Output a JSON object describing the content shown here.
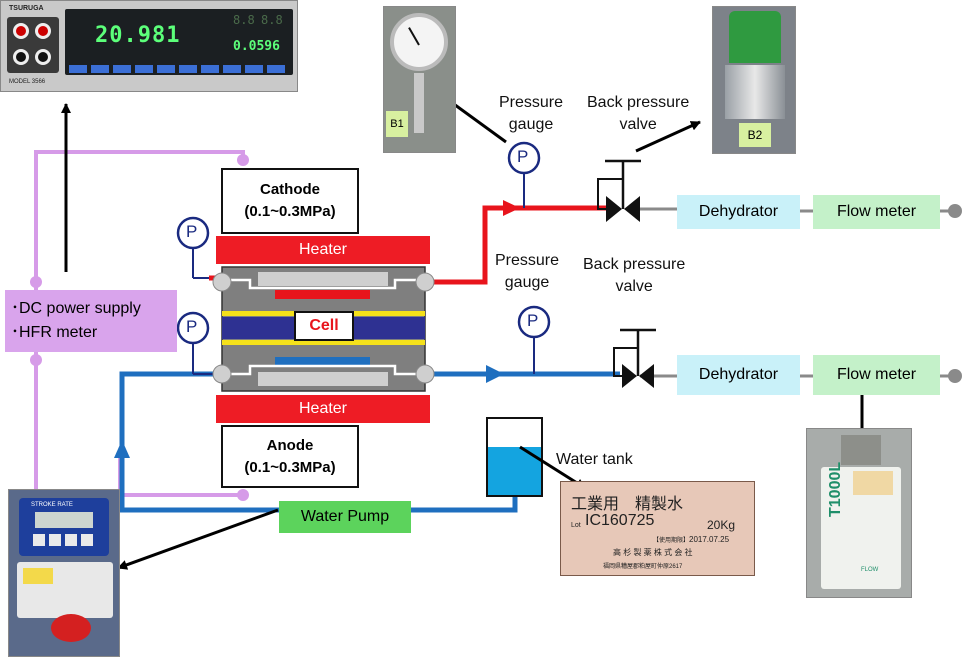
{
  "colors": {
    "cathode_line": "#e8141c",
    "anode_line": "#1f6fbf",
    "power_line": "#d69be8",
    "heater": "#ee1c25",
    "cell_blue": "#2e3192",
    "gas_box": "#c9f1f9",
    "flow_box": "#c4f1c9",
    "pump_box": "#5cd35c",
    "power_box": "#d9a4ec"
  },
  "photos": {
    "meter": {
      "display_main": "20.981",
      "display_small": "0.0596",
      "display_top": "8.8",
      "display_side": "8.8",
      "brand": "TSURUGA",
      "model": "MODEL 3566"
    },
    "gauge_b1": {
      "tag": "B1"
    },
    "valve_b2": {
      "tag": "B2"
    },
    "flowmeter": {
      "brand": "T1000L",
      "flow": "FLOW"
    },
    "pump": {
      "title": "STROKE RATE"
    },
    "water_label": {
      "line1": "工業用　精製水",
      "lot_prefix": "Lot",
      "lot": "IC160725",
      "weight": "20Kg",
      "date_label": "【使用期限】",
      "date": "2017.07.25",
      "company": "高 杉 製 薬 株 式 会 社",
      "address": "福岡県糟屋郡粕屋町仲原2617"
    }
  },
  "labels": {
    "pressure_gauge_top": "Pressure\ngauge",
    "back_pressure_valve_top": "Back pressure\nvalve",
    "pressure_gauge_mid": "Pressure\ngauge",
    "back_pressure_valve_mid": "Back pressure\nvalve",
    "water_tank": "Water tank",
    "p_symbol": "P"
  },
  "boxes": {
    "cathode_title": "Cathode",
    "cathode_pressure": "(0.1~0.3MPa)",
    "anode_title": "Anode",
    "anode_pressure": "(0.1~0.3MPa)",
    "heater_top": "Heater",
    "heater_bottom": "Heater",
    "cell": "Cell",
    "power_line1": "･DC power supply",
    "power_line2": "･HFR meter",
    "dehydrator_top": "Dehydrator",
    "flowmeter_top": "Flow meter",
    "dehydrator_bottom": "Dehydrator",
    "flowmeter_bottom": "Flow meter",
    "water_pump": "Water Pump"
  }
}
